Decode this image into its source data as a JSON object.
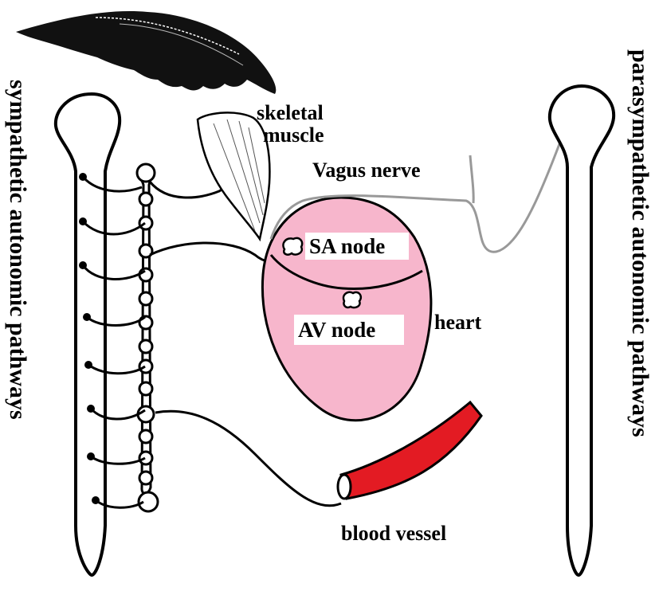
{
  "labels": {
    "sympathetic": "sympathetic autonomic pathways",
    "parasympathetic": "parasympathetic autonomic pathways",
    "skeletal_muscle_line1": "skeletal",
    "skeletal_muscle_line2": "muscle",
    "vagus_nerve": "Vagus nerve",
    "sa_node": "SA node",
    "av_node": "AV node",
    "heart": "heart",
    "blood_vessel": "blood vessel"
  },
  "colors": {
    "heart": "#f7b6cc",
    "blood_vessel": "#e31b23",
    "vagus_nerve": "#999999",
    "wing": "#111111",
    "outline": "#000000"
  }
}
